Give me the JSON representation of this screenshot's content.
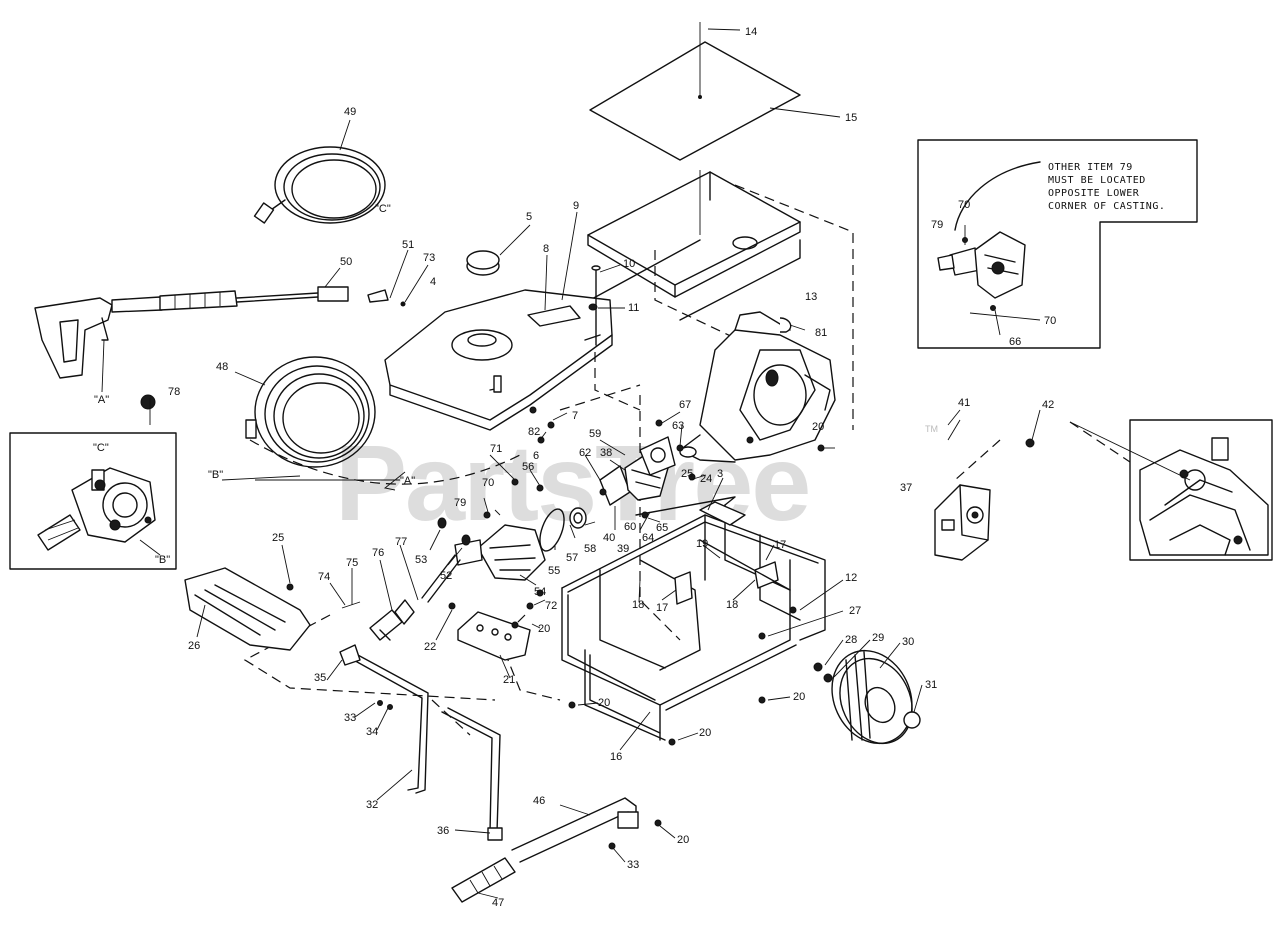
{
  "watermark": {
    "text": "PartsTree",
    "tm": "TM"
  },
  "note": {
    "lines": [
      "OTHER ITEM 79",
      "MUST BE LOCATED",
      "OPPOSITE LOWER",
      "CORNER OF CASTING."
    ]
  },
  "quote_labels": {
    "a1": "\"A\"",
    "a2": "\"A\"",
    "b1": "\"B\"",
    "b2": "\"B\"",
    "c1": "\"C\"",
    "c2": "\"C\""
  },
  "part_numbers": {
    "p14": "14",
    "p15": "15",
    "p49": "49",
    "p5": "5",
    "p9": "9",
    "p8": "8",
    "p4": "4",
    "p10": "10",
    "p11": "11",
    "p13": "13",
    "p51": "51",
    "p73": "73",
    "p50": "50",
    "p81": "81",
    "p78": "78",
    "p48": "48",
    "p7": "7",
    "p82": "82",
    "p6": "6",
    "p67": "67",
    "p63": "63",
    "p59": "59",
    "p62": "62",
    "p38": "38",
    "p71": "71",
    "p56": "56",
    "p70a": "70",
    "p79a": "79",
    "p40": "40",
    "p39": "39",
    "p60": "60",
    "p64": "64",
    "p65": "65",
    "p58": "58",
    "p57": "57",
    "p55": "55",
    "p24": "24",
    "p25a": "25",
    "p3": "3",
    "p20a": "20",
    "p41": "41",
    "p42": "42",
    "p37": "37",
    "p70b": "70",
    "p79b": "79",
    "p70c": "70",
    "p66": "66",
    "p25b": "25",
    "p26": "26",
    "p53": "53",
    "p52": "52",
    "p54": "54",
    "p77": "77",
    "p76": "76",
    "p75": "75",
    "p74": "74",
    "p72": "72",
    "p22": "22",
    "p20b": "20",
    "p21": "21",
    "p19": "19",
    "p17a": "17",
    "p18a": "18",
    "p17b": "17",
    "p18b": "18",
    "p12": "12",
    "p27": "27",
    "p28": "28",
    "p29": "29",
    "p30": "30",
    "p31": "31",
    "p20c": "20",
    "p20d": "20",
    "p20e": "20",
    "p16": "16",
    "p35": "35",
    "p33a": "33",
    "p34": "34",
    "p32": "32",
    "p36": "36",
    "p46": "46",
    "p20f": "20",
    "p33b": "33",
    "p47": "47"
  }
}
